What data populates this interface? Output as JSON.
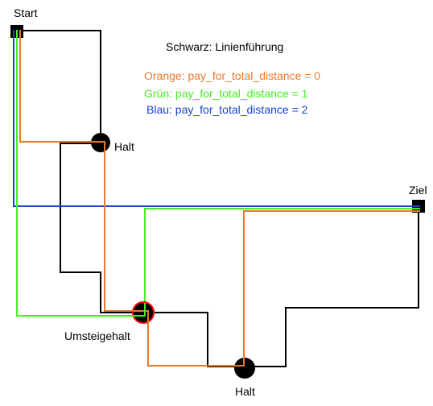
{
  "legend": {
    "black": "Schwarz: Linienführung",
    "orange": "Orange: pay_for_total_distance = 0",
    "green": "Grün: pay_for_total_distance = 1",
    "blue": "Blau: pay_for_total_distance = 2"
  },
  "labels": {
    "start": "Start",
    "ziel": "Ziel",
    "halt_upper": "Halt",
    "halt_lower": "Halt",
    "umsteigehalt": "Umsteigehalt"
  },
  "colors": {
    "black": "#000000",
    "orange": "#e8782a",
    "green": "#44ee22",
    "blue": "#1a44cc",
    "transfer_ring": "#ff0000"
  }
}
